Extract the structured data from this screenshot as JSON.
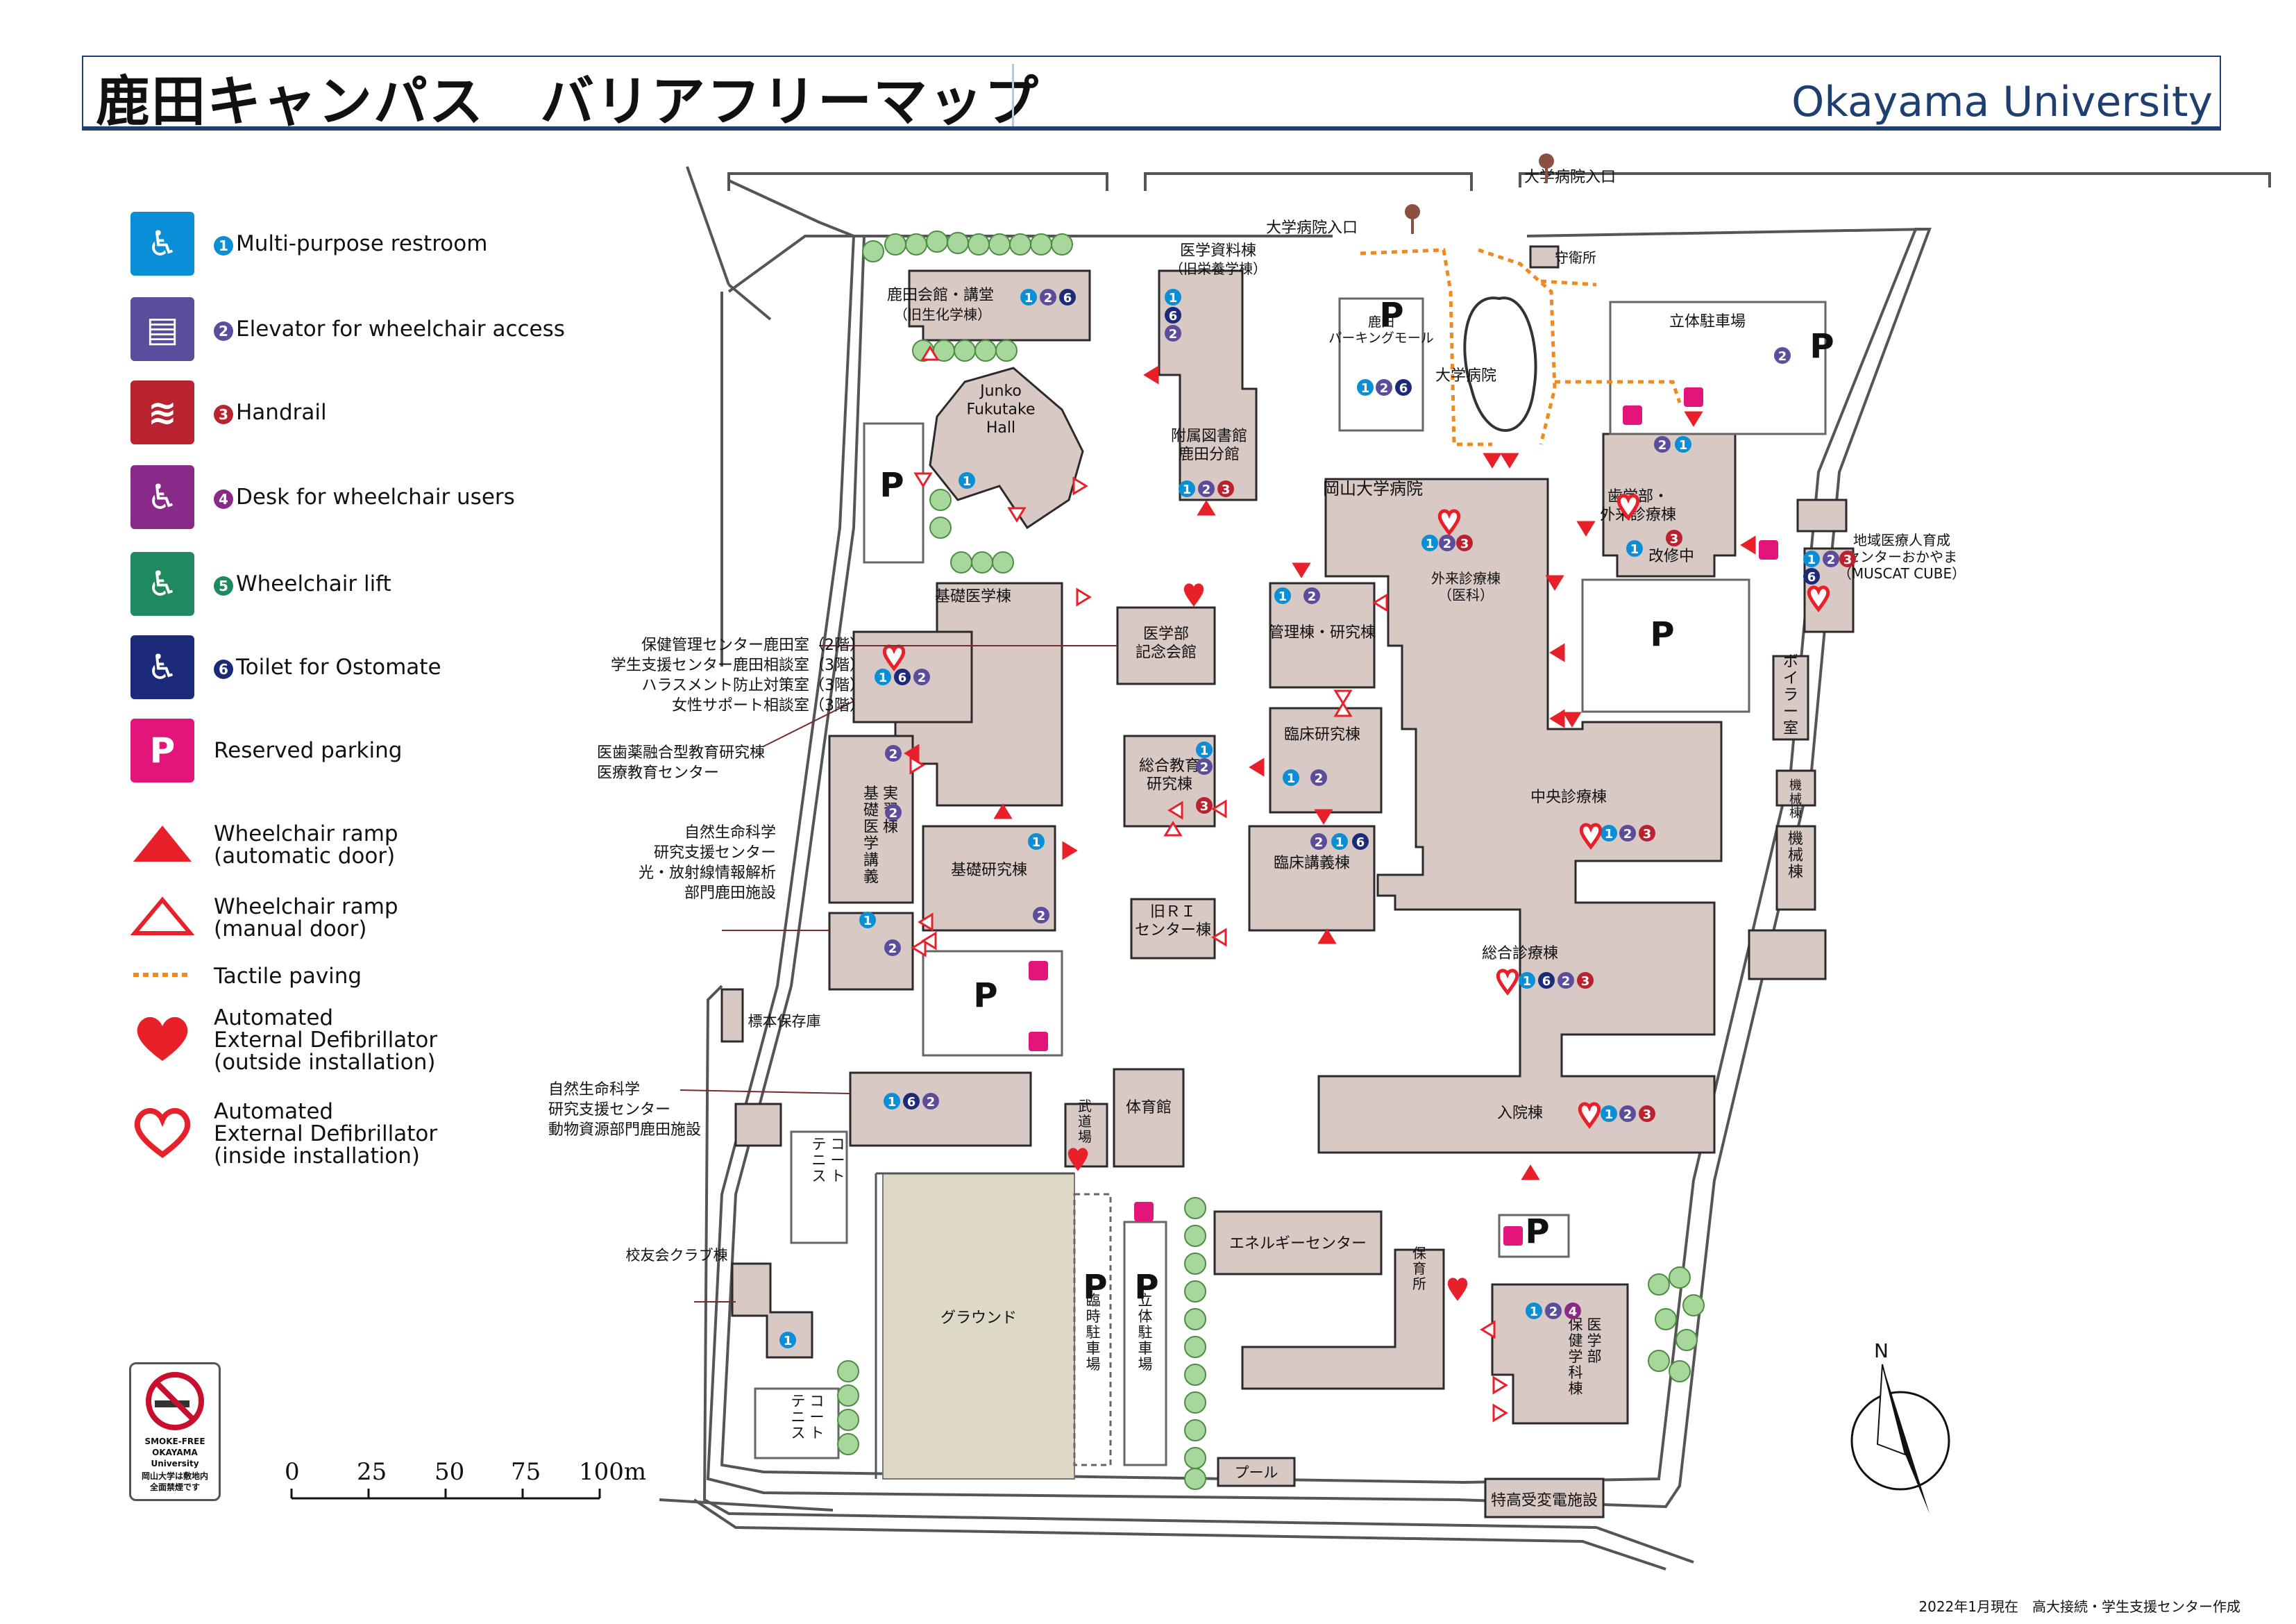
{
  "header": {
    "title": "鹿田キャンパス　バリアフリーマップ",
    "university": "Okayama University"
  },
  "legend": [
    {
      "icon": "multipurpose-restroom-icon",
      "num": "1",
      "label": "Multi-purpose restroom",
      "color": "#0a8fd6"
    },
    {
      "icon": "elevator-icon",
      "num": "2",
      "label": "Elevator for wheelchair access",
      "color": "#5b4d9c"
    },
    {
      "icon": "handrail-icon",
      "num": "3",
      "label": "Handrail",
      "color": "#b8232f"
    },
    {
      "icon": "desk-icon",
      "num": "4",
      "label": "Desk for wheelchair users",
      "color": "#8a2a88"
    },
    {
      "icon": "wheelchair-lift-icon",
      "num": "5",
      "label": "Wheelchair lift",
      "color": "#1f8a5f"
    },
    {
      "icon": "ostomate-toilet-icon",
      "num": "6",
      "label": "Toilet for Ostomate",
      "color": "#1c2a7a"
    },
    {
      "icon": "reserved-parking-icon",
      "num": "",
      "label": "Reserved parking",
      "color": "#e4157a"
    },
    {
      "icon": "ramp-automatic-icon",
      "num": "",
      "label": "Wheelchair ramp\n(automatic door)",
      "color": "#e8202a"
    },
    {
      "icon": "ramp-manual-icon",
      "num": "",
      "label": "Wheelchair ramp\n(manual door)",
      "color": "#e8202a"
    },
    {
      "icon": "tactile-paving-icon",
      "num": "",
      "label": "Tactile paving",
      "color": "#f08a1e"
    },
    {
      "icon": "aed-outside-icon",
      "num": "",
      "label": "Automated\nExternal Defibrillator\n(outside installation)",
      "color": "#e8202a"
    },
    {
      "icon": "aed-inside-icon",
      "num": "",
      "label": "Automated\nExternal Defibrillator\n(inside installation)",
      "color": "#e8202a"
    }
  ],
  "map": {
    "labels": {
      "hospital_entrance_1": "大学病院入口",
      "hospital_entrance_2": "大学病院入口",
      "guard": "守衛所",
      "parking_mall": "鹿田\nパーキングモール",
      "univ_hospital": "大学病院",
      "multilevel_parking": "立体駐車場",
      "kaikan": "鹿田会館・講堂",
      "kaikan_sub": "（旧生化学棟）",
      "junko": "Junko\nFukutake\nHall",
      "library_annex_top": "医学資料棟",
      "library_annex_sub": "（旧栄養学棟）",
      "library": "附属図書館\n鹿田分館",
      "okayama_hospital": "岡山大学病院",
      "outpatient_medical": "外来診療棟\n（医科）",
      "dental_outpatient": "歯学部・\n外来診療棟",
      "under_renovation": "改修中",
      "regional_center": "地域医療人育成\nセンターおかやま\n（MUSCAT CUBE）",
      "basic_medicine": "基礎医学棟",
      "memorial_hall": "医学部\n記念会館",
      "admin_research": "管理棟・研究棟",
      "boiler": "ボイラー室",
      "clinical_research": "臨床研究棟",
      "general_education": "総合教育\n研究棟",
      "machinery_1": "機械棟",
      "machinery_2": "機械棟",
      "central_clinic": "中央診療棟",
      "basic_med_lecture": "基礎医学講義\n実習棟",
      "basic_research": "基礎研究棟",
      "clinical_lecture": "臨床講義棟",
      "old_ri": "旧ＲＩ\nセンター棟",
      "general_clinic": "総合診療棟",
      "specimen": "標本保存庫",
      "gym": "体育館",
      "budo": "武道場",
      "ward": "入院棟",
      "tennis_1": "テニス\nコート",
      "tennis_2": "テニス\nコート",
      "ground": "グラウンド",
      "temp_parking": "臨時駐車場",
      "parking_tower": "立体駐車場",
      "energy": "エネルギーセンター",
      "nursery": "保育所",
      "health_sciences": "保健学科棟\n医学部",
      "alumni_club": "校友会クラブ棟",
      "pool": "プール",
      "substation": "特高受変電施設",
      "parking_p": "P"
    },
    "callouts": {
      "health_center": "保健管理センター鹿田室（2階）\n学生支援センター鹿田相談室（3階）\nハラスメント防止対策室（3階）\n女性サポート相談室（3階）",
      "dental_pharma": "医歯薬融合型教育研究棟\n医療教育センター",
      "radiation": "自然生命科学\n研究支援センター\n光・放射線情報解析\n部門鹿田施設",
      "animal": "自然生命科学\n研究支援センター\n動物資源部門鹿田施設"
    },
    "compass": "N",
    "scale": {
      "ticks": [
        "0",
        "25",
        "50",
        "75",
        "100m"
      ]
    }
  },
  "smoke_free": {
    "line1": "SMOKE-FREE",
    "line2": "OKAYAMA",
    "line3": "University",
    "line4": "岡山大学は敷地内",
    "line5": "全面禁煙です"
  },
  "footer": "2022年1月現在　高大接続・学生支援センター作成",
  "colors": {
    "building": "#d8c9c4",
    "building_stroke": "#2b2b2b",
    "ground": "#ddd9c6",
    "tree": "#a7d79b",
    "ramp": "#e8202a",
    "tactile": "#f08a1e",
    "heading": "#1f3f73"
  }
}
